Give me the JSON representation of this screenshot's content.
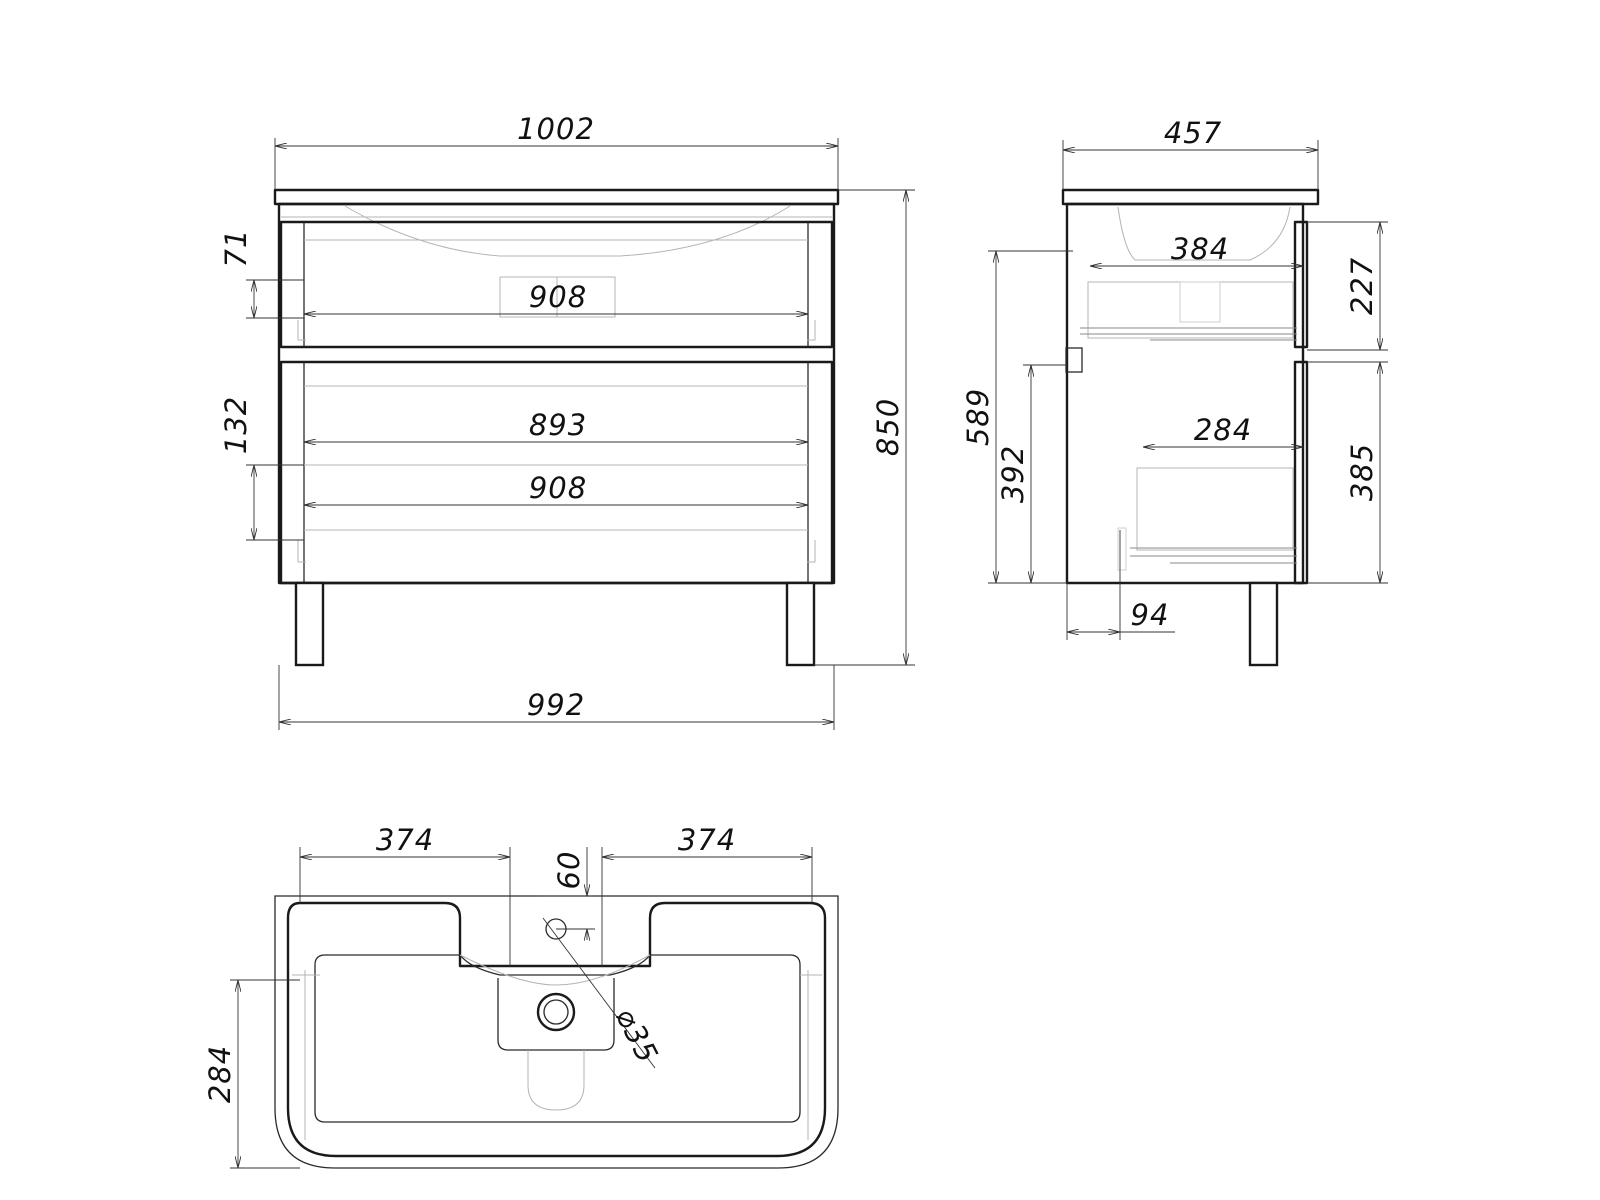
{
  "front_view": {
    "overall_width": "1002",
    "body_width": "992",
    "overall_height": "850",
    "upper_drawer_inner_width": "908",
    "upper_drawer_height": "71",
    "lower_drawer_inner_width_top": "893",
    "lower_drawer_inner_width": "908",
    "lower_drawer_height": "132"
  },
  "side_view": {
    "overall_depth": "457",
    "upper_drawer_depth": "384",
    "lower_drawer_depth": "284",
    "upper_front_height": "227",
    "lower_front_height": "385",
    "body_height": "589",
    "lower_section_height": "392",
    "leg_offset": "94"
  },
  "top_view": {
    "left_offset": "374",
    "right_offset": "374",
    "tap_hole_offset": "60",
    "drain_diameter": "⌀35",
    "basin_depth": "284"
  }
}
